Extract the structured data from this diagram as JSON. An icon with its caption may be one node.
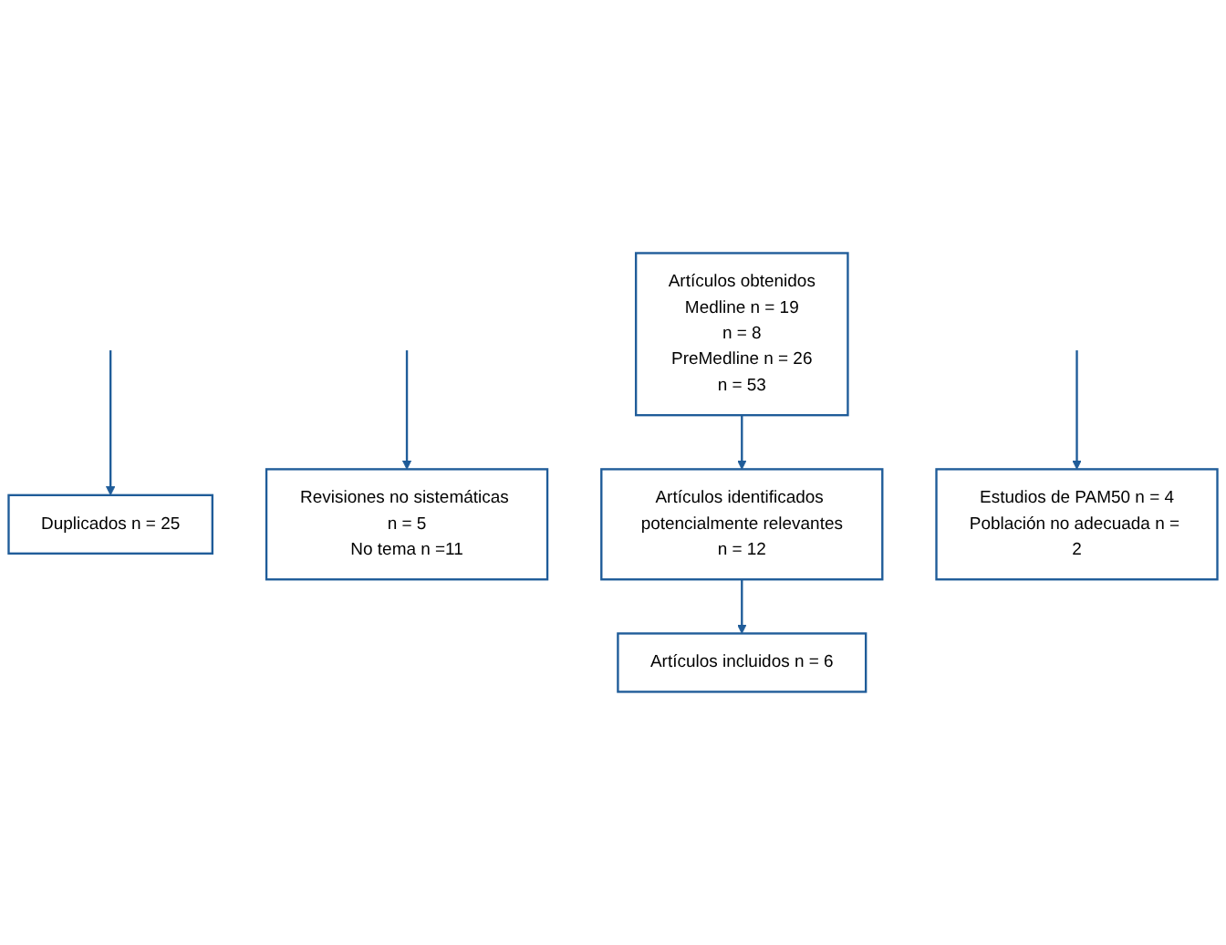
{
  "diagram": {
    "nodes": [
      {
        "text": [
          "Artículos obtenidos",
          "Medline n = 19",
          "n = 8",
          "PreMedline n = 26",
          "n = 53"
        ]
      },
      {
        "text": [
          "Duplicados n = 25"
        ]
      },
      {
        "text": [
          "Revisiones no sistemáticas n = 5",
          "No tema n =11"
        ]
      },
      {
        "text": [
          "Artículos identificados potencialmente relevantes",
          "n = 12"
        ]
      },
      {
        "text": [
          "Estudios de PAM50 n = 4",
          "Población no adecuada n = 2"
        ]
      },
      {
        "text": [
          "Artículos incluidos n = 6"
        ]
      }
    ],
    "edges": [
      {
        "from": 0,
        "to": 3,
        "arrow": "to"
      },
      {
        "from": null,
        "to": 1,
        "arrow": "to"
      },
      {
        "from": null,
        "to": 2,
        "arrow": "to"
      },
      {
        "from": 3,
        "to": 5,
        "arrow": "to"
      },
      {
        "from": null,
        "to": 4,
        "arrow": "to"
      }
    ]
  }
}
